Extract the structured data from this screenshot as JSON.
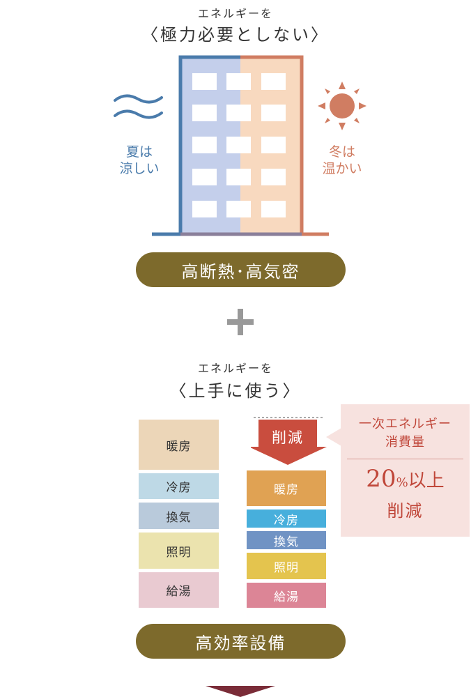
{
  "top": {
    "subtitle": "エネルギーを",
    "title": "〈極力必要としない〉",
    "cool_label_line1": "夏は",
    "cool_label_line2": "涼しい",
    "warm_label_line1": "冬は",
    "warm_label_line2": "温かい",
    "pill": "高断熱･高気密"
  },
  "plus": "+",
  "bottom": {
    "subtitle": "エネルギーを",
    "title": "〈上手に使う〉",
    "before": [
      {
        "label": "暖房",
        "color": "#ecd6b8"
      },
      {
        "label": "冷房",
        "color": "#bed9e6"
      },
      {
        "label": "換気",
        "color": "#b9cadb"
      },
      {
        "label": "照明",
        "color": "#ebe3ae"
      },
      {
        "label": "給湯",
        "color": "#e9cad1"
      }
    ],
    "reduction_label": "削減",
    "after": [
      {
        "label": "暖房",
        "color": "#e0a253"
      },
      {
        "label": "冷房",
        "color": "#47afdc"
      },
      {
        "label": "換気",
        "color": "#7093c4"
      },
      {
        "label": "照明",
        "color": "#e4c44e"
      },
      {
        "label": "給湯",
        "color": "#dc8596"
      }
    ],
    "callout": {
      "line1": "一次エネルギー",
      "line2": "消費量",
      "value": "20",
      "unit": "%",
      "suffix": "以上",
      "line4": "削減"
    },
    "pill": "高効率設備"
  },
  "colors": {
    "cool": "#4a7bab",
    "warm": "#d07d62",
    "pill": "#7d6a2c",
    "reduce": "#c94d3e",
    "arrow": "#7a2c38"
  }
}
